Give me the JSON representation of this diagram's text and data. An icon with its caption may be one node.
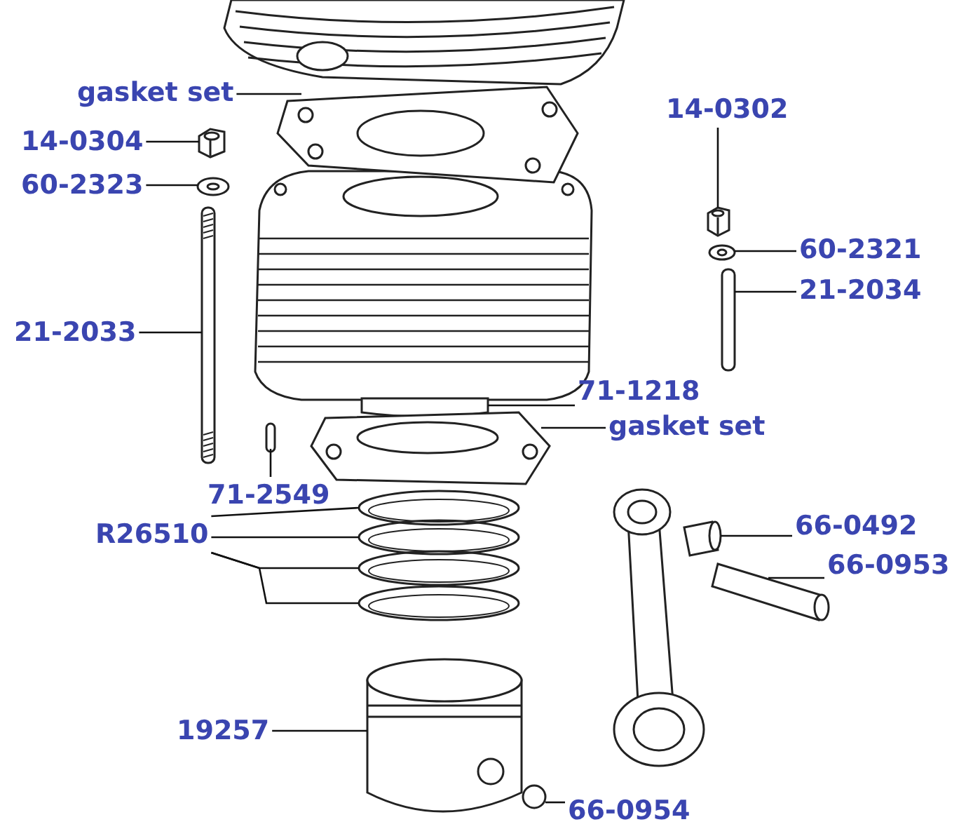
{
  "diagram": {
    "nodes": [
      {
        "text": [
          "gasket set"
        ]
      },
      {
        "text": [
          "14-0302"
        ]
      },
      {
        "text": [
          "14-0304"
        ]
      },
      {
        "text": [
          "60-2323"
        ]
      },
      {
        "text": [
          "60-2321"
        ]
      },
      {
        "text": [
          "21-2034"
        ]
      },
      {
        "text": [
          "21-2033"
        ]
      },
      {
        "text": [
          "71-1218"
        ]
      },
      {
        "text": [
          "gasket set"
        ]
      },
      {
        "text": [
          "71-2549"
        ]
      },
      {
        "text": [
          "66-0492"
        ]
      },
      {
        "text": [
          "R26510"
        ]
      },
      {
        "text": [
          "66-0953"
        ]
      },
      {
        "text": [
          "19257"
        ]
      },
      {
        "text": [
          "66-0954"
        ]
      },
      {
        "text": [],
        "shape": "picture"
      },
      {
        "text": [],
        "shape": "picture"
      },
      {
        "text": [],
        "shape": "picture"
      },
      {
        "text": [],
        "shape": "picture"
      },
      {
        "text": [],
        "shape": "picture"
      },
      {
        "text": [],
        "shape": "picture"
      },
      {
        "text": [],
        "shape": "picture"
      },
      {
        "text": [],
        "shape": "picture"
      },
      {
        "text": [],
        "shape": "picture"
      },
      {
        "text": [],
        "shape": "picture"
      },
      {
        "text": [],
        "shape": "picture"
      },
      {
        "text": [],
        "shape": "picture"
      },
      {
        "text": [],
        "shape": "picture"
      },
      {
        "text": [],
        "shape": "picture"
      },
      {
        "text": [],
        "shape": "picture"
      },
      {
        "text": [],
        "shape": "picture"
      },
      {
        "text": [],
        "shape": "picture"
      },
      {
        "text": [],
        "shape": "picture"
      }
    ],
    "edges": [
      {
        "from": 0,
        "to": 15,
        "arrow": "none"
      },
      {
        "from": 1,
        "to": 16,
        "arrow": "none"
      },
      {
        "from": 2,
        "to": 17,
        "arrow": "none"
      },
      {
        "from": 3,
        "to": 18,
        "arrow": "none"
      },
      {
        "from": 4,
        "to": 19,
        "arrow": "none"
      },
      {
        "from": 5,
        "to": 20,
        "arrow": "none"
      },
      {
        "from": 6,
        "to": 21,
        "arrow": "none"
      },
      {
        "from": 7,
        "to": 22,
        "arrow": "none"
      },
      {
        "from": 8,
        "to": 23,
        "arrow": "none"
      },
      {
        "from": 9,
        "to": 24,
        "arrow": "none"
      },
      {
        "from": 10,
        "to": 25,
        "arrow": "none"
      },
      {
        "from": 11,
        "to": 26,
        "arrow": "none"
      },
      {
        "from": 11,
        "to": 27,
        "arrow": "none"
      },
      {
        "from": 11,
        "to": 28,
        "arrow": "none"
      },
      {
        "from": 11,
        "to": 29,
        "arrow": "none"
      },
      {
        "from": 12,
        "to": 30,
        "arrow": "none"
      },
      {
        "from": 13,
        "to": 31,
        "arrow": "none"
      },
      {
        "from": 14,
        "to": 32,
        "arrow": "none"
      }
    ]
  }
}
